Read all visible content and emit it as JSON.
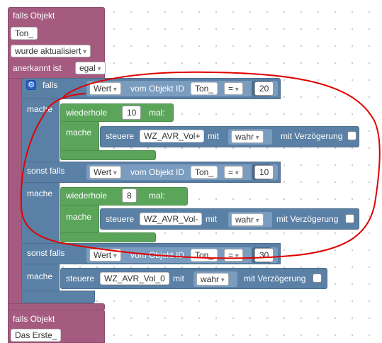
{
  "event1": {
    "falls_objekt": "falls Objekt",
    "object_id": "Ton_",
    "trigger_option": "wurde aktualisiert",
    "anerkannt_label": "anerkannt ist",
    "anerkannt_value": "egal"
  },
  "ifblock": {
    "falls_label": "falls",
    "mache_label": "mache",
    "sonst_falls_label": "sonst falls",
    "conditions": [
      {
        "prop": "Wert",
        "of_label": "vom Objekt ID",
        "object": "Ton_",
        "op": "=",
        "value": "20"
      },
      {
        "prop": "Wert",
        "of_label": "vom Objekt ID",
        "object": "Ton_",
        "op": "=",
        "value": "10"
      },
      {
        "prop": "Wert",
        "of_label": "vom Objekt ID",
        "object": "Ton_",
        "op": "=",
        "value": "30"
      }
    ],
    "loops": [
      {
        "label": "wiederhole",
        "count": "10",
        "mal": "mal:",
        "mache": "mache",
        "action": {
          "label": "steuere",
          "target": "WZ_AVR_Vol+",
          "mit": "mit",
          "value": "wahr",
          "delay": "mit Verzögerung"
        }
      },
      {
        "label": "wiederhole",
        "count": "8",
        "mal": "mal:",
        "mache": "mache",
        "action": {
          "label": "steuere",
          "target": "WZ_AVR_Vol-",
          "mit": "mit",
          "value": "wahr",
          "delay": "mit Verzögerung"
        }
      }
    ],
    "final_action": {
      "label": "steuere",
      "target": "WZ_AVR_Vol_0",
      "mit": "mit",
      "value": "wahr",
      "delay": "mit Verzögerung"
    }
  },
  "event2": {
    "falls_objekt": "falls Objekt",
    "object_id": "Das Erste_"
  },
  "colors": {
    "event": "#a55b80",
    "logic": "#5b80a5",
    "loop": "#5ba55b",
    "annotation": "#e00000"
  }
}
